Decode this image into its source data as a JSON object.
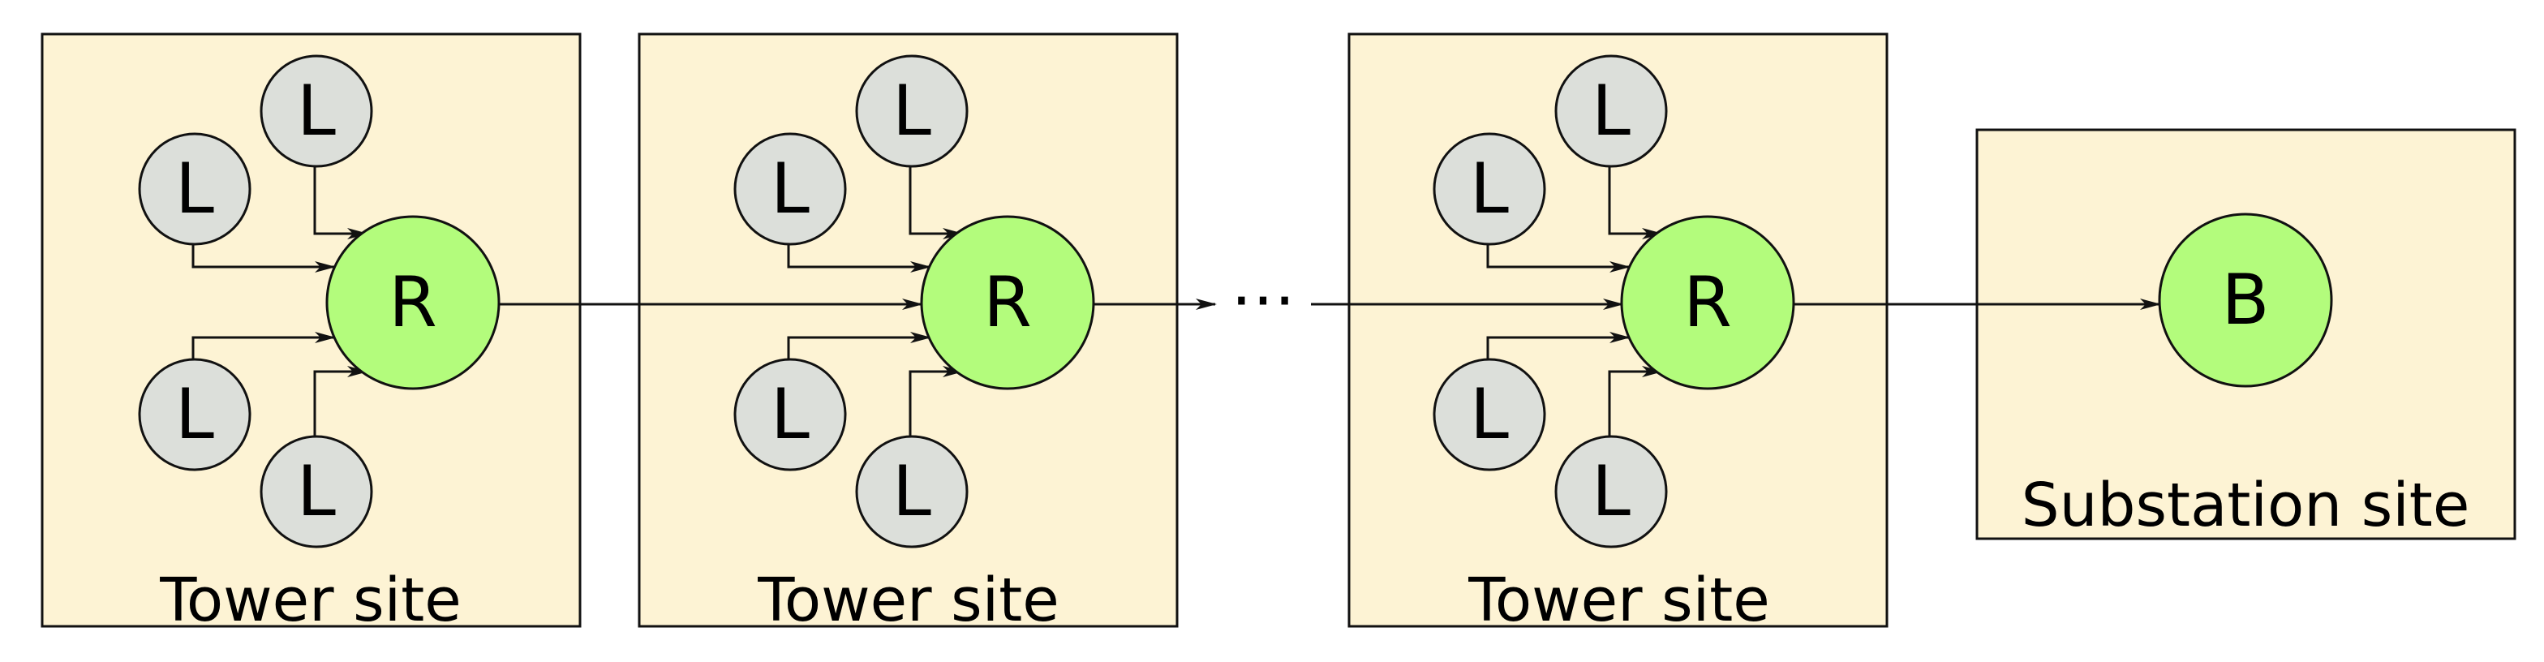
{
  "colors": {
    "site_fill": "#fdf3d4",
    "leaf_fill": "#dcdfda",
    "relay_fill": "#b3fc7c",
    "stroke": "#111111"
  },
  "tower_sites": [
    {
      "label": "Tower site",
      "relay": "R",
      "leaves": [
        "L",
        "L",
        "L",
        "L"
      ]
    },
    {
      "label": "Tower site",
      "relay": "R",
      "leaves": [
        "L",
        "L",
        "L",
        "L"
      ]
    },
    {
      "label": "Tower site",
      "relay": "R",
      "leaves": [
        "L",
        "L",
        "L",
        "L"
      ]
    }
  ],
  "ellipsis": "⋯",
  "substation": {
    "label": "Substation site",
    "node": "B"
  }
}
